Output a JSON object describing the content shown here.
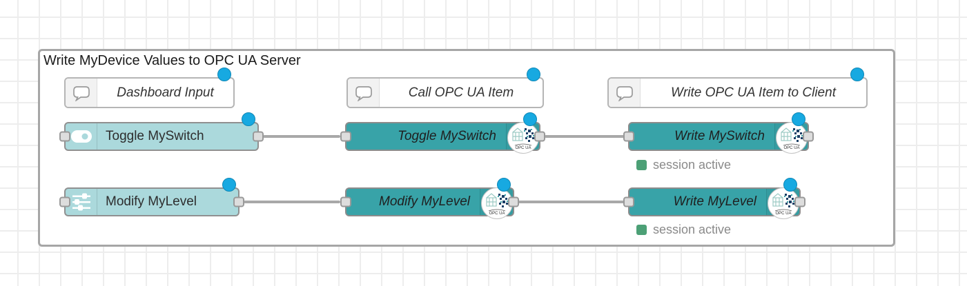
{
  "group": {
    "title": "Write MyDevice Values to OPC UA Server"
  },
  "comments": [
    {
      "label": "Dashboard Input"
    },
    {
      "label": "Call OPC UA Item"
    },
    {
      "label": "Write OPC UA Item to Client"
    }
  ],
  "nodes": {
    "toggle_input": {
      "label": "Toggle MySwitch"
    },
    "level_input": {
      "label": "Modify MyLevel"
    },
    "toggle_call": {
      "label": "Toggle MySwitch"
    },
    "level_call": {
      "label": "Modify MyLevel"
    },
    "write_switch": {
      "label": "Write MySwitch",
      "status": "session active"
    },
    "write_level": {
      "label": "Write MyLevel",
      "status": "session active"
    }
  },
  "badge": {
    "label": "OPC UA"
  },
  "colors": {
    "light_node": "#abd9dc",
    "dark_node": "#38a3a8",
    "changed_dot": "#17a9e1",
    "status_green": "#4ca076",
    "wire": "#a8a8a8",
    "group_border": "#a6a6a6"
  }
}
